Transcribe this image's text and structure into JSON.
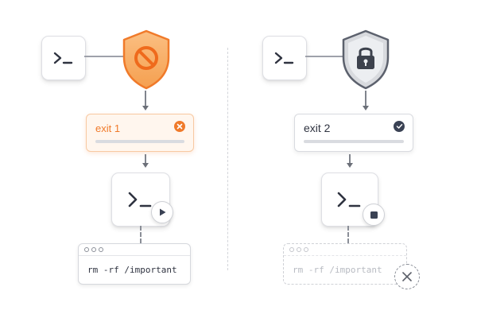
{
  "left": {
    "status": {
      "text": "exit 1",
      "accent": "#f07a2a"
    },
    "command": "rm -rf /important",
    "run_state": "play-icon"
  },
  "right": {
    "status": {
      "text": "exit 2",
      "accent": "#3a4254"
    },
    "command": "rm -rf /important",
    "run_state": "stop-icon"
  },
  "colors": {
    "shield_orange": "#f59a49",
    "shield_grey": "#6e7380",
    "text_dark": "#2f3340",
    "cancel_grey": "#7a7e87"
  }
}
